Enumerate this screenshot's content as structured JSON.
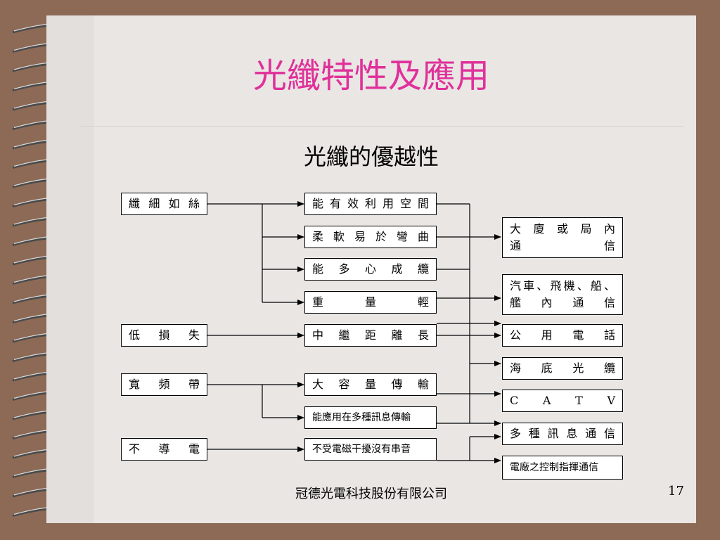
{
  "slide": {
    "title": "光纖特性及應用",
    "subtitle": "光纖的優越性",
    "footer": "冠德光電科技股份有限公司",
    "page_number": "17",
    "colors": {
      "title": "#e0309a",
      "background": "#8c6a56",
      "paper": "#e9e6e4"
    }
  },
  "diagram": {
    "properties": {
      "p1": "纖 細 如 絲",
      "p2": "低 損 失",
      "p3": "寬 頻 帶",
      "p4": "不 導 電"
    },
    "advantages": {
      "a1": "能 有 效 利 用 空 間",
      "a2": "柔 軟 易 於 彎 曲",
      "a3": "能 多 心 成 纜",
      "a4": "重 量 輕",
      "a5": "中 繼 距 離 長",
      "a6": "大 容 量 傳 輸",
      "a7": "能應用在多種訊息傳輸",
      "a8": "不受電磁干擾沒有串音"
    },
    "applications": {
      "u1_line1": "大 廈 或 局 內",
      "u1_line2": "通 信",
      "u2_line1": "汽車、飛機、船、",
      "u2_line2": "艦 內 通 信",
      "u3": "公 用 電 話",
      "u4": "海 底 光 纜",
      "u5": "C A T V",
      "u6": "多 種 訊 息 通 信",
      "u7": "電廠之控制指揮通信"
    }
  }
}
